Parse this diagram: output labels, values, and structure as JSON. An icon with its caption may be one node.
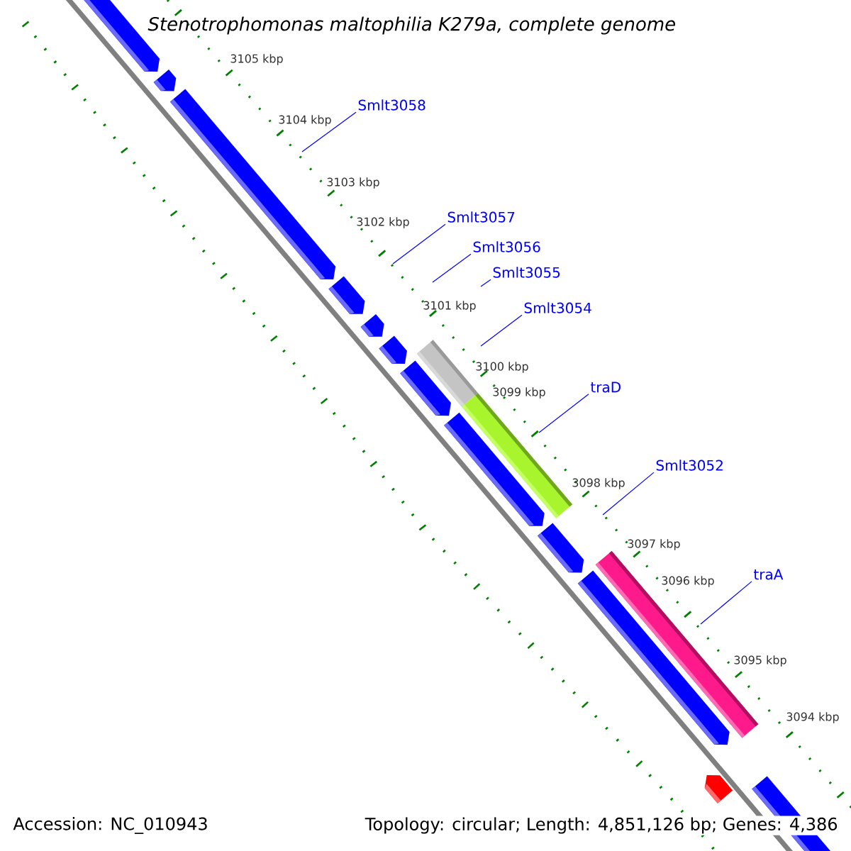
{
  "diagram": {
    "title": "Stenotrophomonas maltophilia K279a, complete genome",
    "nodes": [
      {
        "text": [
          "Smlt3058"
        ]
      },
      {
        "text": [
          "Smlt3057"
        ]
      },
      {
        "text": [
          "Smlt3056"
        ]
      },
      {
        "text": [
          "Smlt3055"
        ]
      },
      {
        "text": [
          "Smlt3054"
        ]
      },
      {
        "text": [
          "traD"
        ]
      },
      {
        "text": [
          "Smlt3052"
        ]
      },
      {
        "text": [
          "traA"
        ]
      }
    ],
    "edges": [
      {
        "from": 0,
        "to": null,
        "arrow": "none"
      },
      {
        "from": 1,
        "to": null,
        "arrow": "none"
      },
      {
        "from": 2,
        "to": null,
        "arrow": "none"
      },
      {
        "from": 3,
        "to": null,
        "arrow": "none"
      },
      {
        "from": 4,
        "to": null,
        "arrow": "none"
      },
      {
        "from": 5,
        "to": null,
        "arrow": "none"
      },
      {
        "from": 6,
        "to": null,
        "arrow": "none"
      },
      {
        "from": 7,
        "to": null,
        "arrow": "none"
      }
    ],
    "labels": [
      "3105 kbp",
      "3104 kbp",
      "3103 kbp",
      "3102 kbp",
      "3101 kbp",
      "3100 kbp",
      "3099 kbp",
      "3098 kbp",
      "3097 kbp",
      "3096 kbp",
      "3095 kbp",
      "3094 kbp",
      "Accession: NC_010943",
      "Topology: circular; Length: 4,851,126 bp; Genes: 4,386"
    ]
  }
}
